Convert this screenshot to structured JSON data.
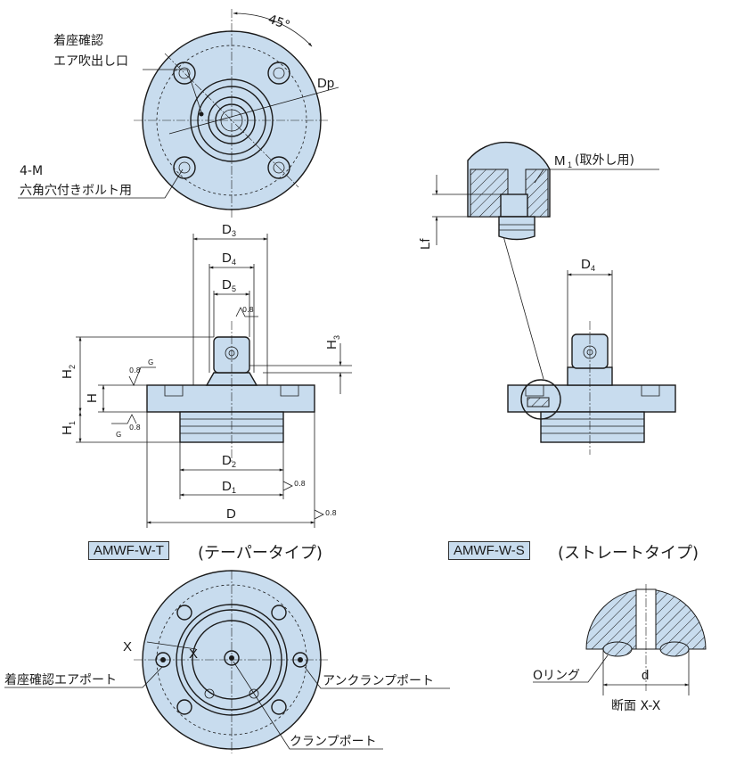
{
  "top_view": {
    "angle": "45°",
    "dp": "Dp",
    "air_outlet_line1": "着座確認",
    "air_outlet_line2": "エア吹出し口",
    "bolt_line1": "4-M",
    "bolt_line2": "六角穴付きボルト用"
  },
  "side_view_t": {
    "d3": "D",
    "d3_sub": "3",
    "d4": "D",
    "d4_sub": "4",
    "d5": "D",
    "d5_sub": "5",
    "h3": "H",
    "h3_sub": "3",
    "h2": "H",
    "h2_sub": "2",
    "h": "H",
    "h1": "H",
    "h1_sub": "1",
    "d2": "D",
    "d2_sub": "2",
    "d1": "D",
    "d1_sub": "1",
    "d": "D",
    "roughness": "0.8",
    "grade": "G"
  },
  "side_view_s": {
    "m1": "M",
    "m1_sub": "1",
    "m1_note": "(取外し用)",
    "lf": "Lf",
    "d4": "D",
    "d4_sub": "4"
  },
  "models": {
    "taper_code": "AMWF-W-T",
    "taper_desc": "(テーパータイプ)",
    "straight_code": "AMWF-W-S",
    "straight_desc": "(ストレートタイプ)"
  },
  "bottom_view": {
    "x_left": "X",
    "x_right": "X",
    "seat_port": "着座確認エアポート",
    "unclamp_port": "アンクランプポート",
    "clamp_port": "クランプポート"
  },
  "section": {
    "o_ring": "Oリング",
    "d": "d",
    "title": "断面 X-X"
  }
}
